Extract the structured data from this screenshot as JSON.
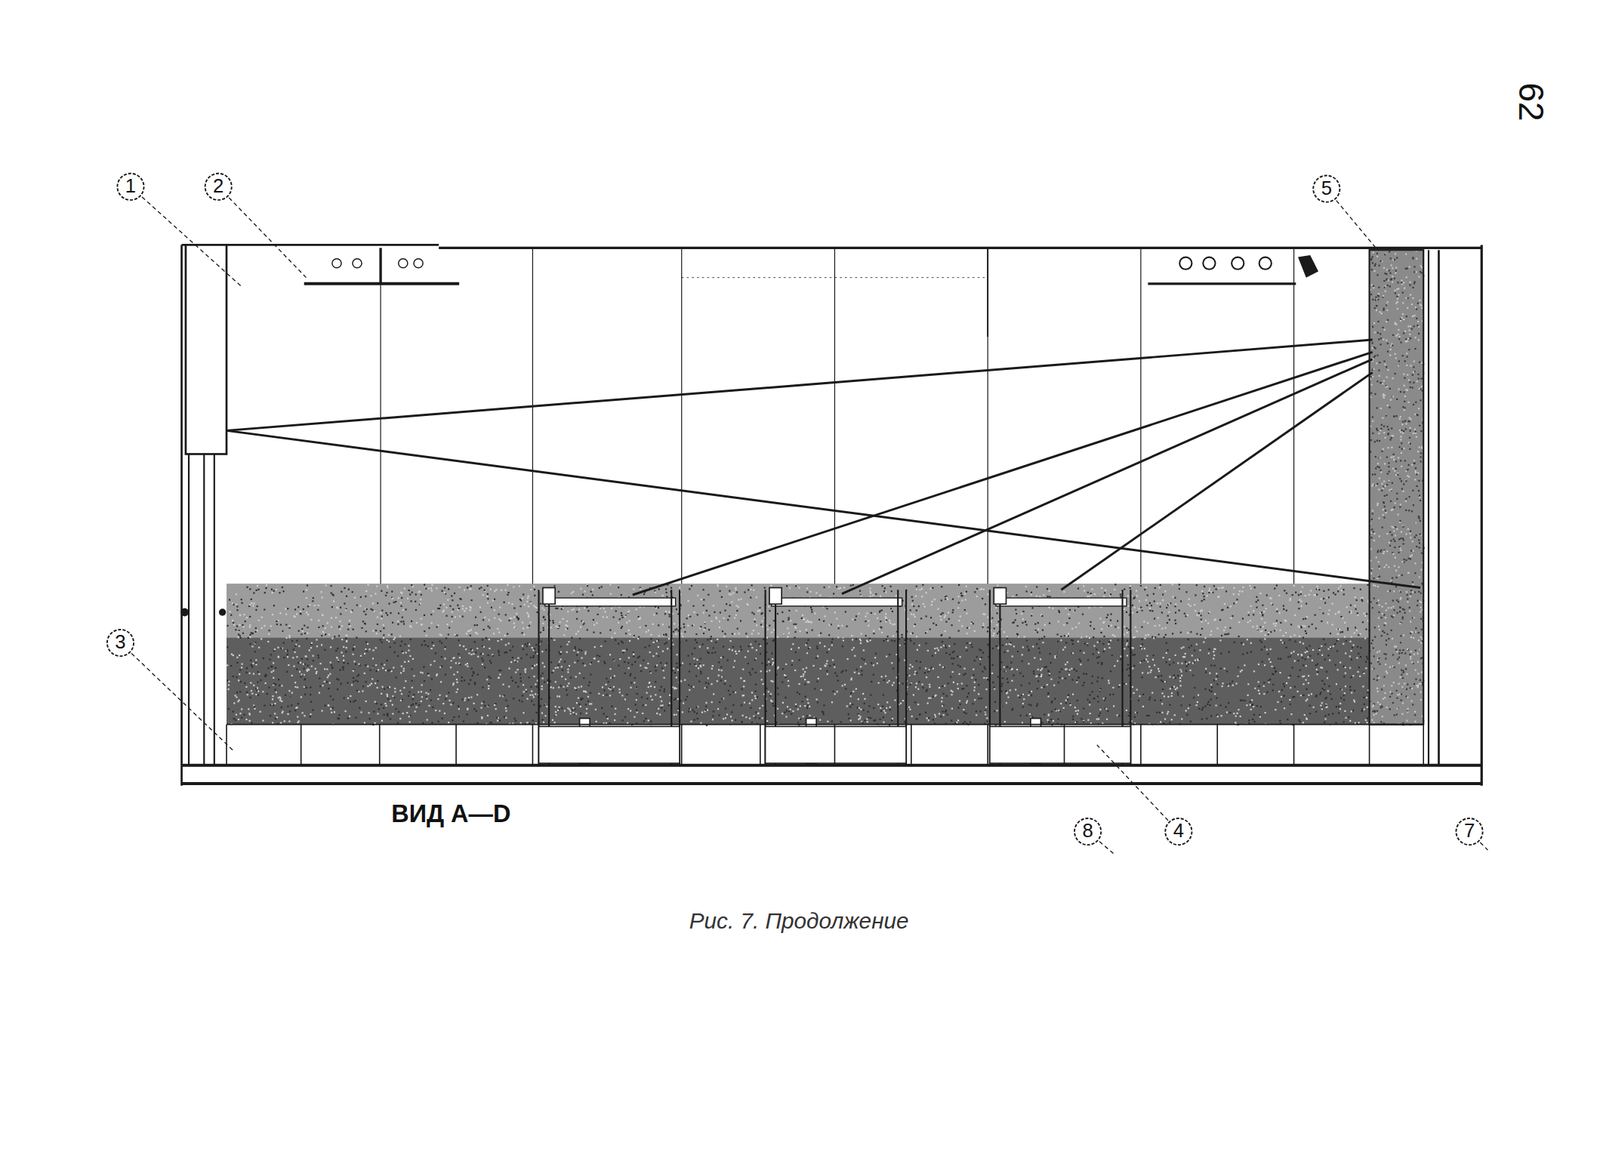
{
  "diagram": {
    "caption": "Рис. 7. Продолжение",
    "labels": [
      "62",
      "1",
      "2",
      "5",
      "3",
      "8",
      "4",
      "7",
      "ВИД A—D"
    ]
  }
}
